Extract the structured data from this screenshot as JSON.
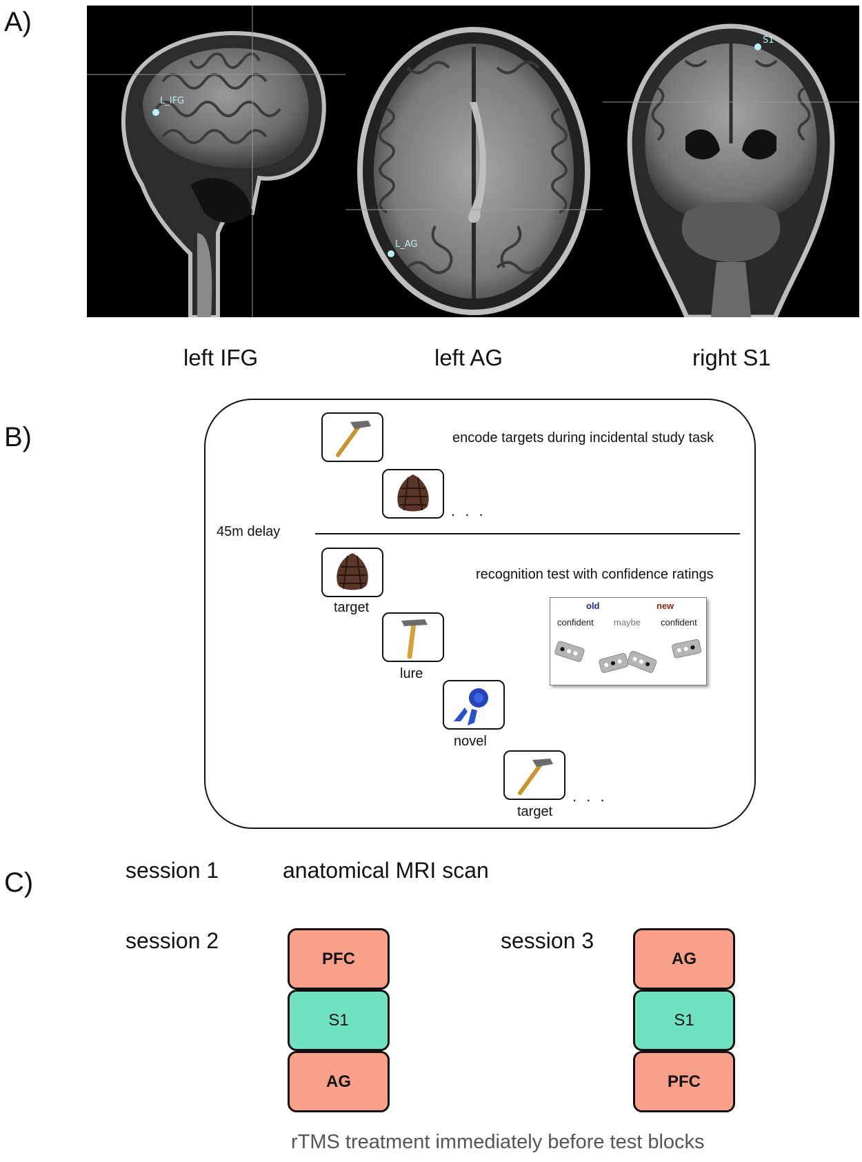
{
  "panels": {
    "a": "A)",
    "b": "B)",
    "c": "C)"
  },
  "panel_a": {
    "images": [
      {
        "view": "sagittal",
        "label": "L_IFG",
        "caption": "left IFG"
      },
      {
        "view": "axial",
        "label": "L_AG",
        "caption": "left AG"
      },
      {
        "view": "coronal",
        "label": "S1",
        "caption": "right S1"
      }
    ],
    "colors": {
      "background": "#000000",
      "marker": "#b8f3f8",
      "crosshair": "#9a9a9a"
    }
  },
  "panel_b": {
    "study": {
      "instruction": "encode targets during incidental study task",
      "items": [
        {
          "icon": "hammer-icon"
        },
        {
          "icon": "pinecone-icon"
        }
      ],
      "ellipsis": ". . ."
    },
    "delay": "45m delay",
    "test": {
      "instruction": "recognition test with confidence ratings",
      "items": [
        {
          "icon": "pinecone-icon",
          "label": "target"
        },
        {
          "icon": "hammer-icon",
          "label": "lure"
        },
        {
          "icon": "ribbon-icon",
          "label": "novel"
        },
        {
          "icon": "hammer-icon",
          "label": "target"
        }
      ],
      "ellipsis": ". . ."
    },
    "rating_scale": {
      "old": "old",
      "new": "new",
      "left": "confident",
      "middle": "maybe",
      "right": "confident",
      "colors": {
        "old": "#1c2a8a",
        "new": "#8b2a1a",
        "maybe": "#777777"
      }
    }
  },
  "panel_c": {
    "session1": {
      "label": "session 1",
      "text": "anatomical MRI scan"
    },
    "session2": {
      "label": "session 2",
      "blocks": [
        "PFC",
        "S1",
        "AG"
      ]
    },
    "session3": {
      "label": "session 3",
      "blocks": [
        "AG",
        "S1",
        "PFC"
      ]
    },
    "note": "rTMS treatment immediately before test blocks",
    "colors": {
      "stim": "#f9a08a",
      "control": "#70e2c1"
    }
  }
}
